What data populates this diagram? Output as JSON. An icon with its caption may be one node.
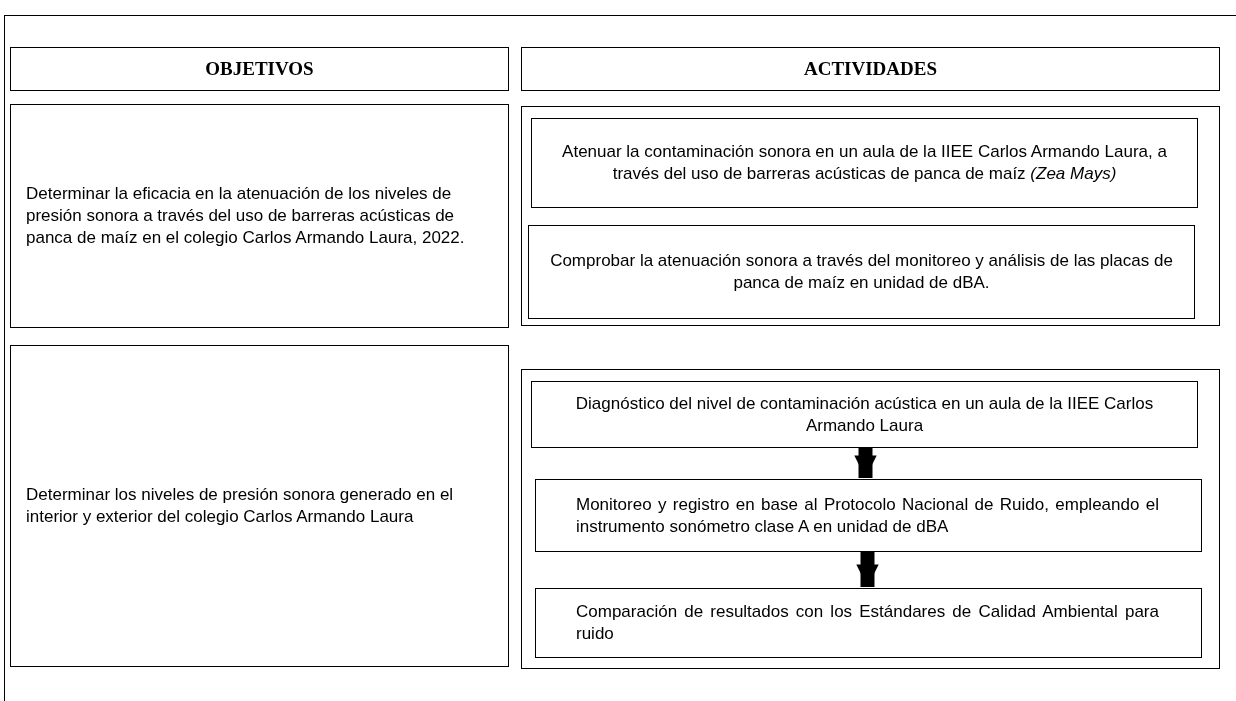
{
  "diagram": {
    "nodes": [
      {
        "text": [
          "OBJETIVOS"
        ]
      },
      {
        "text": [
          "ACTIVIDADES"
        ]
      },
      {
        "text": [
          "Determinar la eficacia en la atenuación de los niveles de presión sonora a través del uso de barreras acústicas de panca de maíz en el colegio Carlos Armando Laura, 2022."
        ]
      },
      {
        "text": [],
        "shape": "box"
      },
      {
        "text": [
          "Atenuar la contaminación sonora en un aula de la IIEE Carlos Armando Laura, a través del uso de barreras acústicas de panca de maíz *(Zea Mays)*"
        ],
        "in": 3
      },
      {
        "text": [
          "Comprobar la atenuación sonora a través del monitoreo y análisis de las placas de panca de maíz en unidad de dBA."
        ],
        "in": 3
      },
      {
        "text": [
          "Determinar los niveles de presión sonora generado en el interior y exterior del colegio Carlos Armando Laura"
        ]
      },
      {
        "text": [],
        "shape": "box"
      },
      {
        "text": [
          "Diagnóstico del nivel de contaminación acústica en un aula de la IIEE Carlos Armando Laura"
        ],
        "in": 7
      },
      {
        "text": [
          "Monitoreo y registro en base al Protocolo Nacional de Ruido, empleando el instrumento sonómetro clase A en unidad de dBA"
        ],
        "in": 7
      },
      {
        "text": [
          "Comparación de resultados con los Estándares de Calidad Ambiental para ruido"
        ],
        "in": 7
      }
    ],
    "edges": [
      {
        "from": 8,
        "to": 9,
        "arrow": "to"
      },
      {
        "from": 9,
        "to": 10,
        "arrow": "to"
      }
    ]
  }
}
